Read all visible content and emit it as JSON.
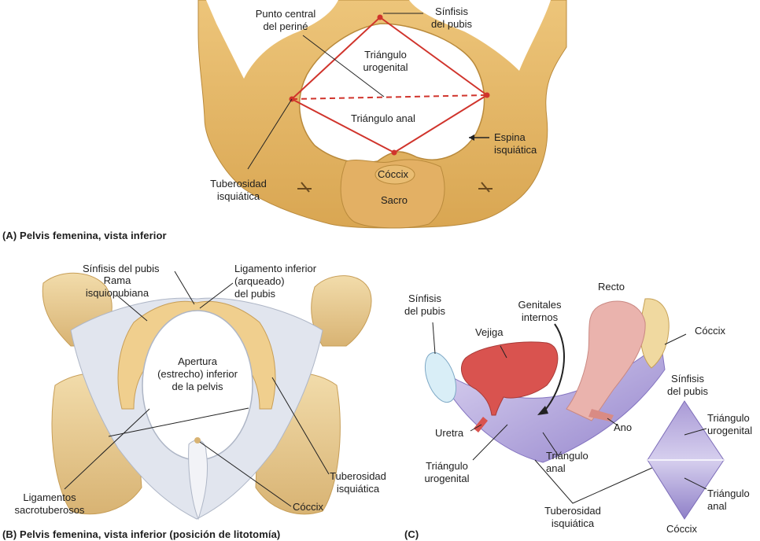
{
  "panel_a": {
    "caption": "(A) Pelvis femenina, vista inferior",
    "labels": {
      "central_point_1": "Punto central",
      "central_point_2": "del periné",
      "symphysis_1": "Sínfisis",
      "symphysis_2": "del pubis",
      "urogenital_1": "Triángulo",
      "urogenital_2": "urogenital",
      "anal": "Triángulo anal",
      "spine_1": "Espina",
      "spine_2": "isquiática",
      "tuberosity_1": "Tuberosidad",
      "tuberosity_2": "isquiática",
      "coccyx": "Cóccix",
      "sacrum": "Sacro"
    }
  },
  "panel_b": {
    "caption": "(B) Pelvis femenina, vista inferior (posición de litotomía)",
    "labels": {
      "symphysis": "Sínfisis del pubis",
      "ramus_1": "Rama",
      "ramus_2": "isquiopubiana",
      "ligament_1": "Ligamento inferior",
      "ligament_2": "(arqueado)",
      "ligament_3": "del pubis",
      "aperture_1": "Apertura",
      "aperture_2": "(estrecho) inferior",
      "aperture_3": "de la pelvis",
      "sacrotuberous_1": "Ligamentos",
      "sacrotuberous_2": "sacrotuberosos",
      "tuberosity_1": "Tuberosidad",
      "tuberosity_2": "isquiática",
      "coccyx": "Cóccix"
    }
  },
  "panel_c": {
    "caption": "(C)",
    "labels": {
      "rectum": "Recto",
      "symphysis_1": "Sínfisis",
      "symphysis_2": "del pubis",
      "genitals_1": "Genitales",
      "genitals_2": "internos",
      "bladder": "Vejiga",
      "coccyx": "Cóccix",
      "urethra": "Uretra",
      "anus": "Ano",
      "urogenital_1": "Triángulo",
      "urogenital_2": "urogenital",
      "anal_1": "Triángulo",
      "anal_2": "anal",
      "tuberosity_1": "Tuberosidad",
      "tuberosity_2": "isquiática",
      "diamond_symphysis_1": "Sínfisis",
      "diamond_symphysis_2": "del pubis",
      "diamond_urogenital_1": "Triángulo",
      "diamond_urogenital_2": "urogenital",
      "diamond_anal_1": "Triángulo",
      "diamond_anal_2": "anal",
      "diamond_coccyx": "Cóccix"
    }
  },
  "colors": {
    "bone": "#e6bd6e",
    "bone_dark": "#c9953f",
    "ligament": "#dfe3ec",
    "triangle_line": "#d0342c",
    "perineum": "#a79ad3",
    "bladder": "#d9534f",
    "rectum": "#eab3ad"
  }
}
